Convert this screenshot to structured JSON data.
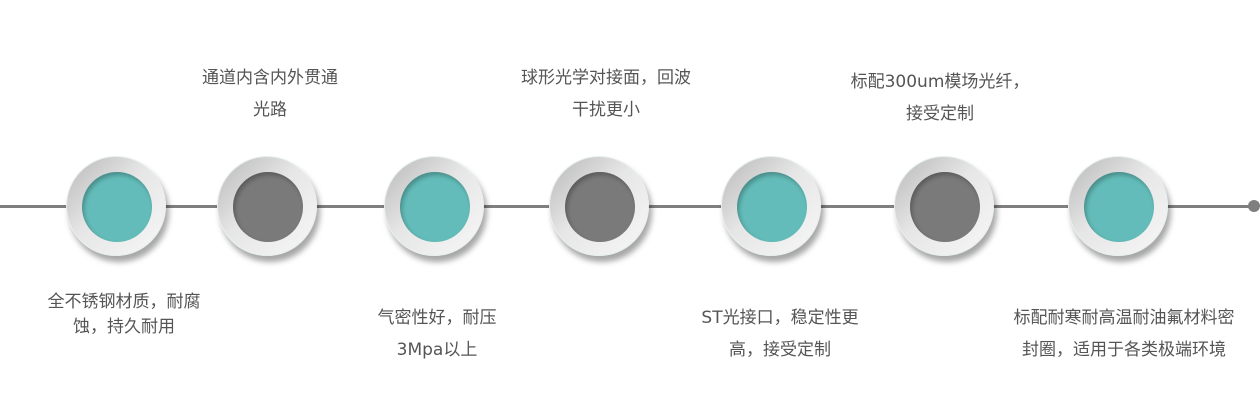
{
  "colors": {
    "teal": "#63bcb9",
    "gray": "#7a7a7a",
    "line": "#7f7f7f"
  },
  "items": [
    {
      "lines": [
        "全不锈钢材质，耐腐",
        "蚀，持久耐用"
      ],
      "color": "teal"
    },
    {
      "lines": [
        "通道内含内外贯通",
        "光路"
      ],
      "color": "gray"
    },
    {
      "lines": [
        "气密性好，耐压",
        "3Mpa以上"
      ],
      "color": "teal"
    },
    {
      "lines": [
        "球形光学对接面，回波",
        "干扰更小"
      ],
      "color": "gray"
    },
    {
      "lines": [
        "ST光接口，稳定性更",
        "高，接受定制"
      ],
      "color": "teal"
    },
    {
      "lines": [
        "标配300um模场光纤，",
        "接受定制"
      ],
      "color": "gray"
    },
    {
      "lines": [
        "标配耐寒耐高温耐油氟材料密",
        "封圈，适用于各类极端环境"
      ],
      "color": "teal"
    }
  ]
}
